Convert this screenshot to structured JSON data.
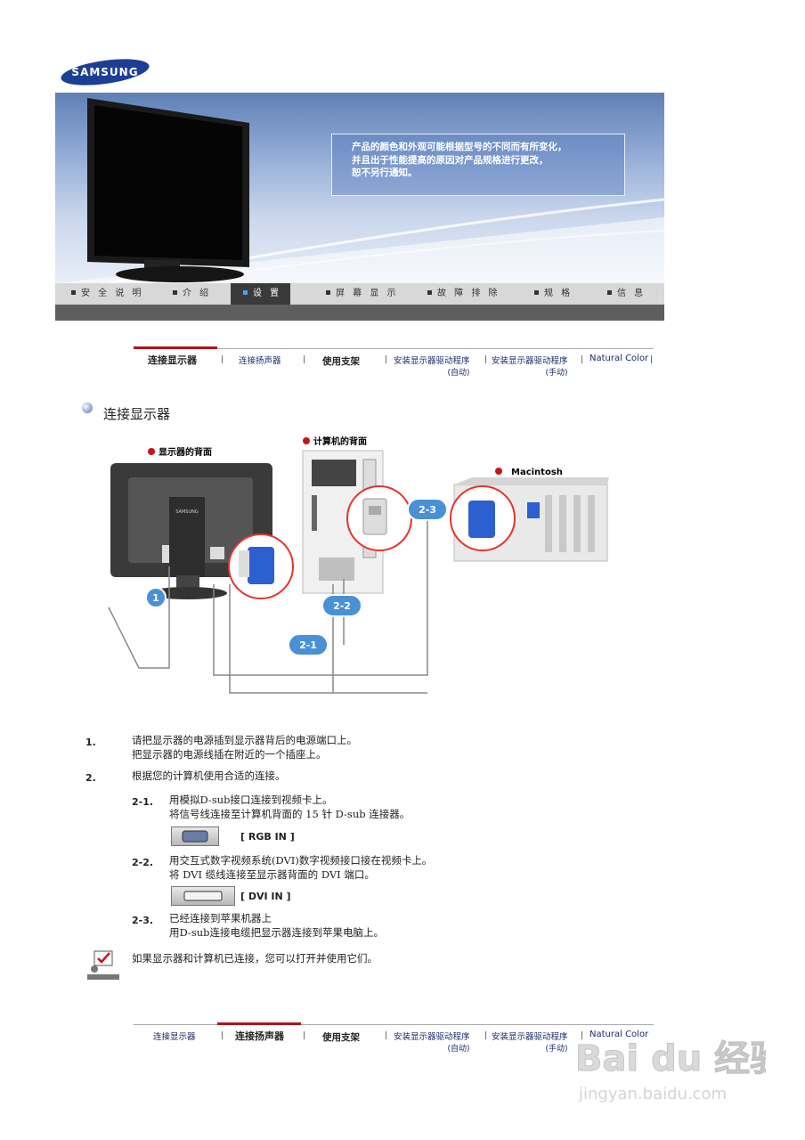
{
  "brand": {
    "logo_text": "SAMSUNG"
  },
  "banner": {
    "notice_lines": [
      "产品的颜色和外观可能根据型号的不同而有所变化，",
      "并且出于性能提高的原因对产品规格进行更改，",
      "恕不另行通知。"
    ]
  },
  "main_nav": {
    "items": [
      {
        "label": "安 全 说 明",
        "active": false
      },
      {
        "label": "介 绍",
        "active": false
      },
      {
        "label": "设 置",
        "active": true
      },
      {
        "label": "屏 幕 显 示",
        "active": false
      },
      {
        "label": "故 障 排 除",
        "active": false
      },
      {
        "label": "规 格",
        "active": false
      },
      {
        "label": "信 息",
        "active": false
      }
    ]
  },
  "sub_nav_top": {
    "active_index": 0,
    "items": [
      {
        "label": "连接显示器"
      },
      {
        "label": "连接扬声器"
      },
      {
        "label": "使用支架"
      },
      {
        "label": "安装显示器驱动程序",
        "sub": "(自动)"
      },
      {
        "label": "安装显示器驱动程序",
        "sub": "(手动)"
      },
      {
        "label": "Natural Color"
      }
    ]
  },
  "section": {
    "title": "连接显示器"
  },
  "diagram": {
    "monitor_back_label": "显示器的背面",
    "computer_back_label": "计算机的背面",
    "mac_label": "Macintosh",
    "monitor_brand": "SAMSUNG",
    "badges": [
      "1",
      "2-1",
      "2-2",
      "2-3"
    ]
  },
  "steps": {
    "s1": {
      "num": "1.",
      "lines": [
        "请把显示器的电源插到显示器背后的电源端口上。",
        "把显示器的电源线插在附近的一个插座上。"
      ]
    },
    "s2": {
      "num": "2.",
      "text": "根据您的计算机使用合适的连接。"
    },
    "s21": {
      "num": "2-1.",
      "lines": [
        "用模拟D-sub接口连接到视频卡上。",
        "将信号线连接至计算机背面的  15 针  D-sub 连接器。"
      ],
      "port_label": "[ RGB IN ]"
    },
    "s22": {
      "num": "2-2.",
      "lines": [
        "用交互式数字视频系统(DVI)数字视频接口接在视频卡上。",
        "将  DVI 缆线连接至显示器背面的  DVI 端口。"
      ],
      "port_label": "[ DVI IN ]"
    },
    "s23": {
      "num": "2-3.",
      "lines": [
        "已经连接到苹果机器上",
        "用D-sub连接电缆把显示器连接到苹果电脑上。"
      ]
    },
    "note": "如果显示器和计算机已连接，您可以打开并使用它们。"
  },
  "sub_nav_bottom": {
    "active_index": 1,
    "items": [
      {
        "label": "连接显示器"
      },
      {
        "label": "连接扬声器"
      },
      {
        "label": "使用支架"
      },
      {
        "label": "安装显示器驱动程序",
        "sub": "(自动)"
      },
      {
        "label": "安装显示器驱动程序",
        "sub": "(手动)"
      },
      {
        "label": "Natural Color"
      }
    ]
  },
  "watermark": {
    "brand": "Bai du 经验",
    "url": "jingyan.baidu.com"
  },
  "colors": {
    "nav_active": "#3a3a3a",
    "sub_active": "#b1131b",
    "badge": "#4a90d6",
    "cable_highlight": "#e6332a"
  }
}
